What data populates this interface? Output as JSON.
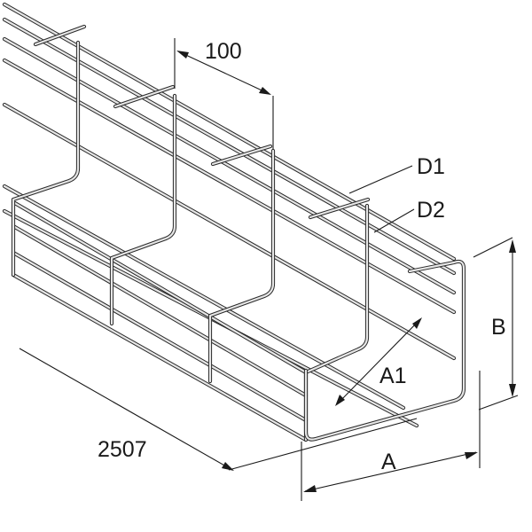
{
  "labels": {
    "mesh_pitch": "100",
    "length": "2507",
    "wire_d1": "D1",
    "wire_d2": "D2",
    "width": "A",
    "inner_width": "A1",
    "height": "B"
  },
  "colors": {
    "ink": "#1a1a1a",
    "wire_highlight": "#e6e6e6",
    "background": "#ffffff"
  }
}
